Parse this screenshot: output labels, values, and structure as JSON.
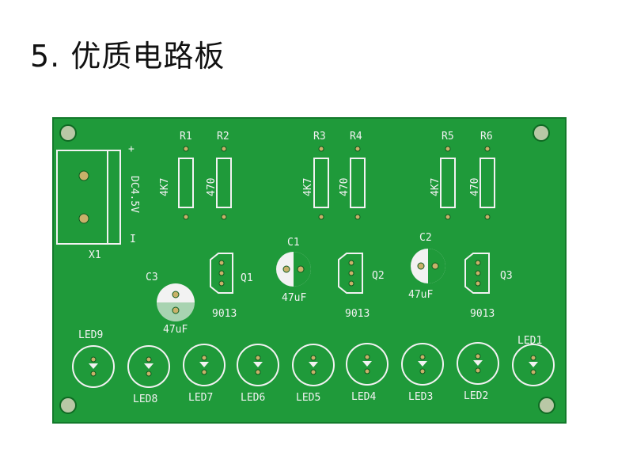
{
  "heading": "5. 优质电路板",
  "colors": {
    "board": "#1f9a3a",
    "board_edge": "#137a2b",
    "silkscreen": "#f2f2f2",
    "pad": "#c9b16a"
  },
  "pcb": {
    "connector": {
      "ref": "X1",
      "voltage": "DC4.5V",
      "plus": "+",
      "minus": "I"
    },
    "resistors": [
      {
        "ref": "R1",
        "value": "4K7"
      },
      {
        "ref": "R2",
        "value": "470"
      },
      {
        "ref": "R3",
        "value": "4K7"
      },
      {
        "ref": "R4",
        "value": "470"
      },
      {
        "ref": "R5",
        "value": "4K7"
      },
      {
        "ref": "R6",
        "value": "470"
      }
    ],
    "capacitors": [
      {
        "ref": "C1",
        "value": "47uF"
      },
      {
        "ref": "C2",
        "value": "47uF"
      },
      {
        "ref": "C3",
        "value": "47uF"
      }
    ],
    "transistors": [
      {
        "ref": "Q1",
        "part": "9013"
      },
      {
        "ref": "Q2",
        "part": "9013"
      },
      {
        "ref": "Q3",
        "part": "9013"
      }
    ],
    "leds": [
      "LED9",
      "LED8",
      "LED7",
      "LED6",
      "LED5",
      "LED4",
      "LED3",
      "LED2",
      "LED1"
    ]
  }
}
